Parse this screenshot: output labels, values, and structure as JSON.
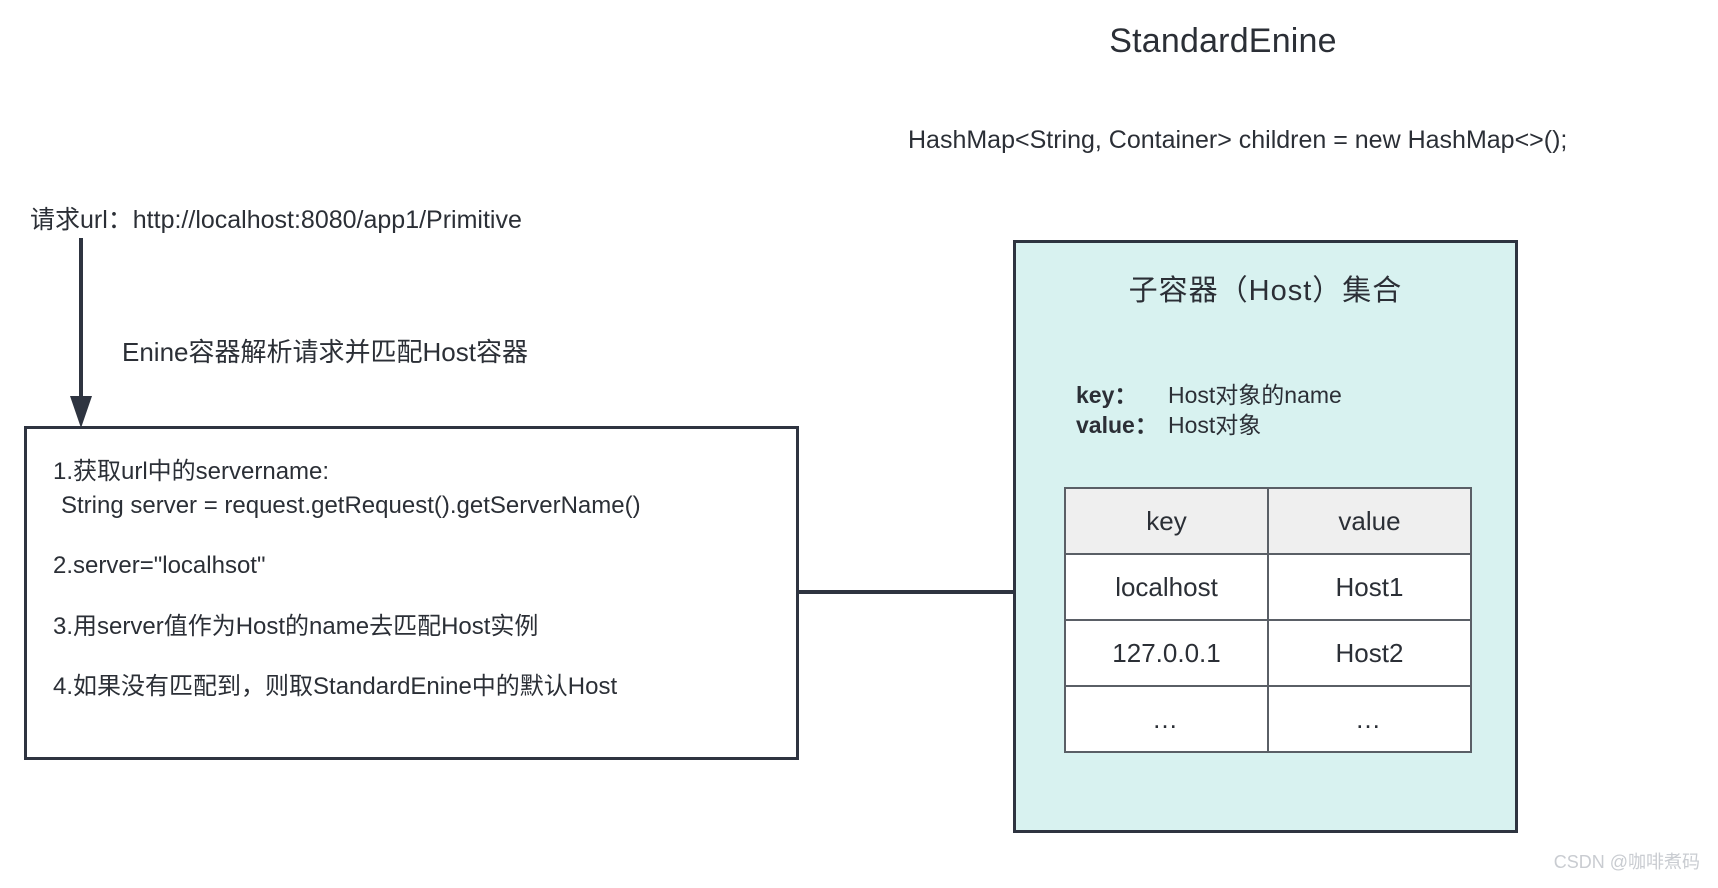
{
  "engine": {
    "title": "StandardEnine",
    "hashmap_declaration": "HashMap<String, Container> children = new HashMap<>();"
  },
  "left": {
    "request_url_line": "请求url：http://localhost:8080/app1/Primitive",
    "engine_match_label": "Enine容器解析请求并匹配Host容器",
    "steps": [
      "1.获取url中的servername:",
      "String server = request.getRequest().getServerName()",
      "2.server=\"localhsot\"",
      "3.用server值作为Host的name去匹配Host实例",
      "4.如果没有匹配到，则取StandardEnine中的默认Host"
    ]
  },
  "panel": {
    "title": "子容器（Host）集合",
    "key_label": "key：",
    "key_desc": "Host对象的name",
    "value_label": "value：",
    "value_desc": "Host对象",
    "table": {
      "headers": [
        "key",
        "value"
      ],
      "rows": [
        [
          "localhost",
          "Host1"
        ],
        [
          "127.0.0.1",
          "Host2"
        ],
        [
          "…",
          "…"
        ]
      ]
    }
  },
  "watermark": "CSDN @咖啡煮码",
  "colors": {
    "panel_fill": "#d8f2f0",
    "stroke": "#2e3440",
    "table_header_fill": "#efefef",
    "text": "#2b2f36",
    "watermark": "#c9ccd1"
  }
}
